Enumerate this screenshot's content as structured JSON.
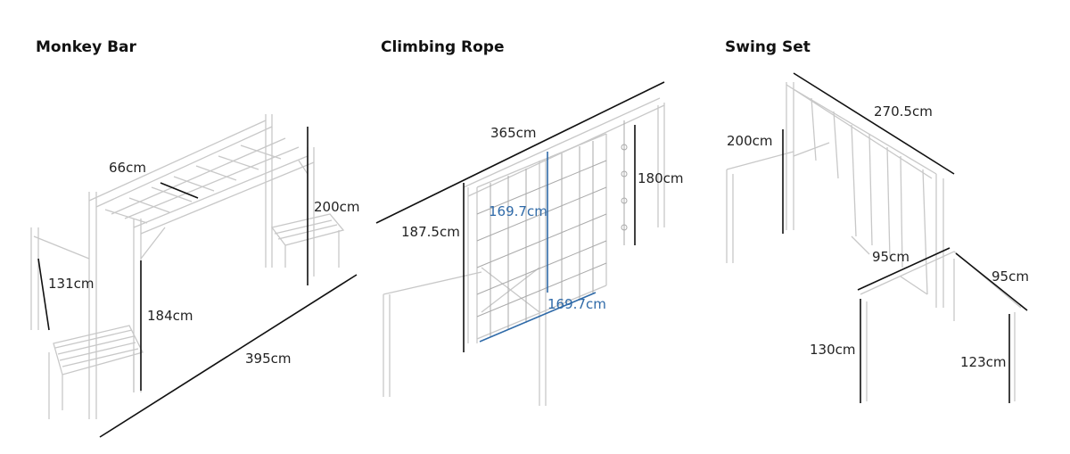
{
  "sections": [
    {
      "title": "Monkey Bar",
      "dimensions": {
        "bar_width": "66cm",
        "height_right": "200cm",
        "height_left_bar": "131cm",
        "height_platform": "184cm",
        "length": "395cm"
      }
    },
    {
      "title": "Climbing Rope",
      "dimensions": {
        "length": "365cm",
        "rope_height": "180cm",
        "net_frame_height": "187.5cm",
        "net_height": "169.7cm",
        "net_width": "169.7cm"
      }
    },
    {
      "title": "Swing Set",
      "dimensions": {
        "length": "270.5cm",
        "height": "200cm",
        "depth_a": "95cm",
        "depth_b": "95cm",
        "side_height_left": "130cm",
        "side_height_right": "123cm"
      }
    }
  ],
  "colors": {
    "dimension_line": "#111111",
    "net_dimension": "#2f6aa8",
    "frame": "#c8c8c8"
  }
}
